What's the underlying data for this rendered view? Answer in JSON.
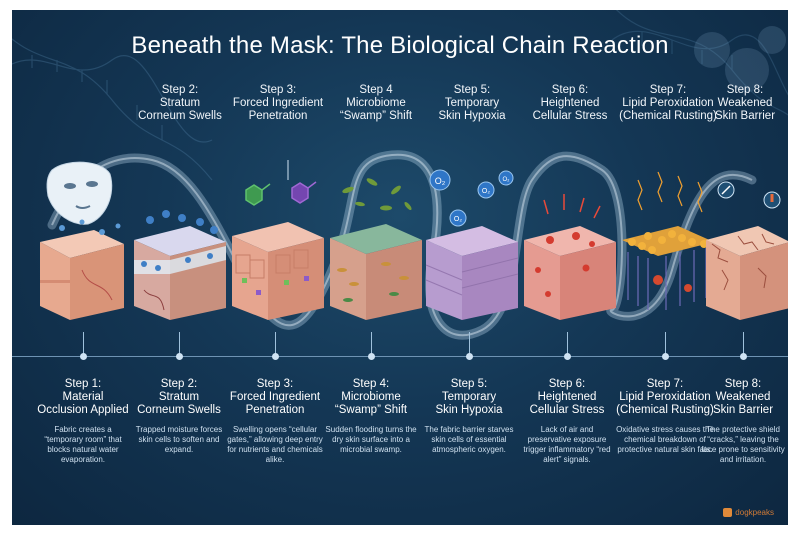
{
  "title": "Beneath the Mask: The Biological Chain Reaction",
  "top_labels": [
    {
      "lines": []
    },
    {
      "lines": [
        "Step 2:",
        "Stratum",
        "Corneum Swells"
      ]
    },
    {
      "lines": [
        "Step 3:",
        "Forced Ingredient",
        "Penetration"
      ]
    },
    {
      "lines": [
        "Step 4",
        "Microbiome",
        "“Swamp” Shift"
      ]
    },
    {
      "lines": [
        "Step 5:",
        "Temporary",
        "Skin Hypoxia"
      ]
    },
    {
      "lines": [
        "Step 6:",
        "Heightened",
        "Cellular Stress"
      ]
    },
    {
      "lines": [
        "Step 7:",
        "Lipid Peroxidation",
        "(Chemical Rusting)"
      ]
    },
    {
      "lines": [
        "Step 8:",
        "Weakened",
        "Skin Barrier"
      ]
    }
  ],
  "oxygen_label": "O₂",
  "steps": [
    {
      "lines": [
        "Step 1:",
        "Material",
        "Occlusion Applied"
      ],
      "desc": "Fabric creates a “temporary room” that blocks natural water evaporation."
    },
    {
      "lines": [
        "Step 2:",
        "Stratum",
        "Corneum Swells"
      ],
      "desc": "Trapped moisture forces skin cells to soften and expand."
    },
    {
      "lines": [
        "Step 3:",
        "Forced Ingredient",
        "Penetration"
      ],
      "desc": "Swelling opens “cellular gates,” allowing deep entry for nutrients and chemicals alike."
    },
    {
      "lines": [
        "Step 4:",
        "Microbiome",
        "“Swamp” Shift"
      ],
      "desc": "Sudden flooding turns the dry skin surface into a microbial swamp."
    },
    {
      "lines": [
        "Step 5:",
        "Temporary",
        "Skin Hypoxia"
      ],
      "desc": "The fabric barrier starves skin cells of essential atmospheric oxygen."
    },
    {
      "lines": [
        "Step 6:",
        "Heightened",
        "Cellular Stress"
      ],
      "desc": "Lack of air and preservative exposure trigger inflammatory “red alert” signals."
    },
    {
      "lines": [
        "Step 7:",
        "Lipid Peroxidation",
        "(Chemical Rusting)"
      ],
      "desc": "Oxidative stress causes the chemical breakdown of protective natural skin fats."
    },
    {
      "lines": [
        "Step 8:",
        "Weakened",
        "Skin Barrier"
      ],
      "desc": "The protective shield “cracks,” leaving the face prone to sensitivity and irritation."
    }
  ],
  "brand": "dogkpeaks",
  "colors": {
    "background": "#143755",
    "accent_line": "#9fc1dc"
  }
}
